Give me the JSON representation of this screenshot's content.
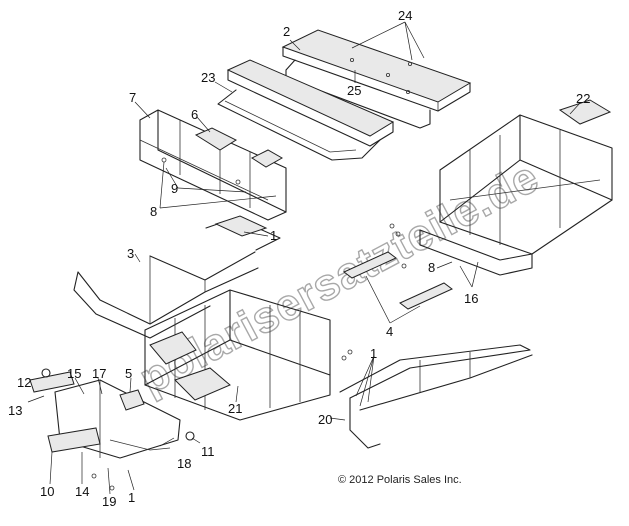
{
  "watermark": "polarisersatzteile.de",
  "copyright": "© 2012 Polaris Sales Inc.",
  "callouts": {
    "c24": "24",
    "c2": "2",
    "c25": "25",
    "c23": "23",
    "c7": "7",
    "c6": "6",
    "c22": "22",
    "c9": "9",
    "c8a": "8",
    "c1a": "1",
    "c3": "3",
    "c8b": "8",
    "c16": "16",
    "c4": "4",
    "c1b": "1",
    "c12": "12",
    "c15": "15",
    "c17": "17",
    "c5": "5",
    "c21": "21",
    "c11": "11",
    "c13": "13",
    "c20": "20",
    "c18": "18",
    "c10": "10",
    "c14": "14",
    "c19": "19",
    "c1c": "1"
  }
}
